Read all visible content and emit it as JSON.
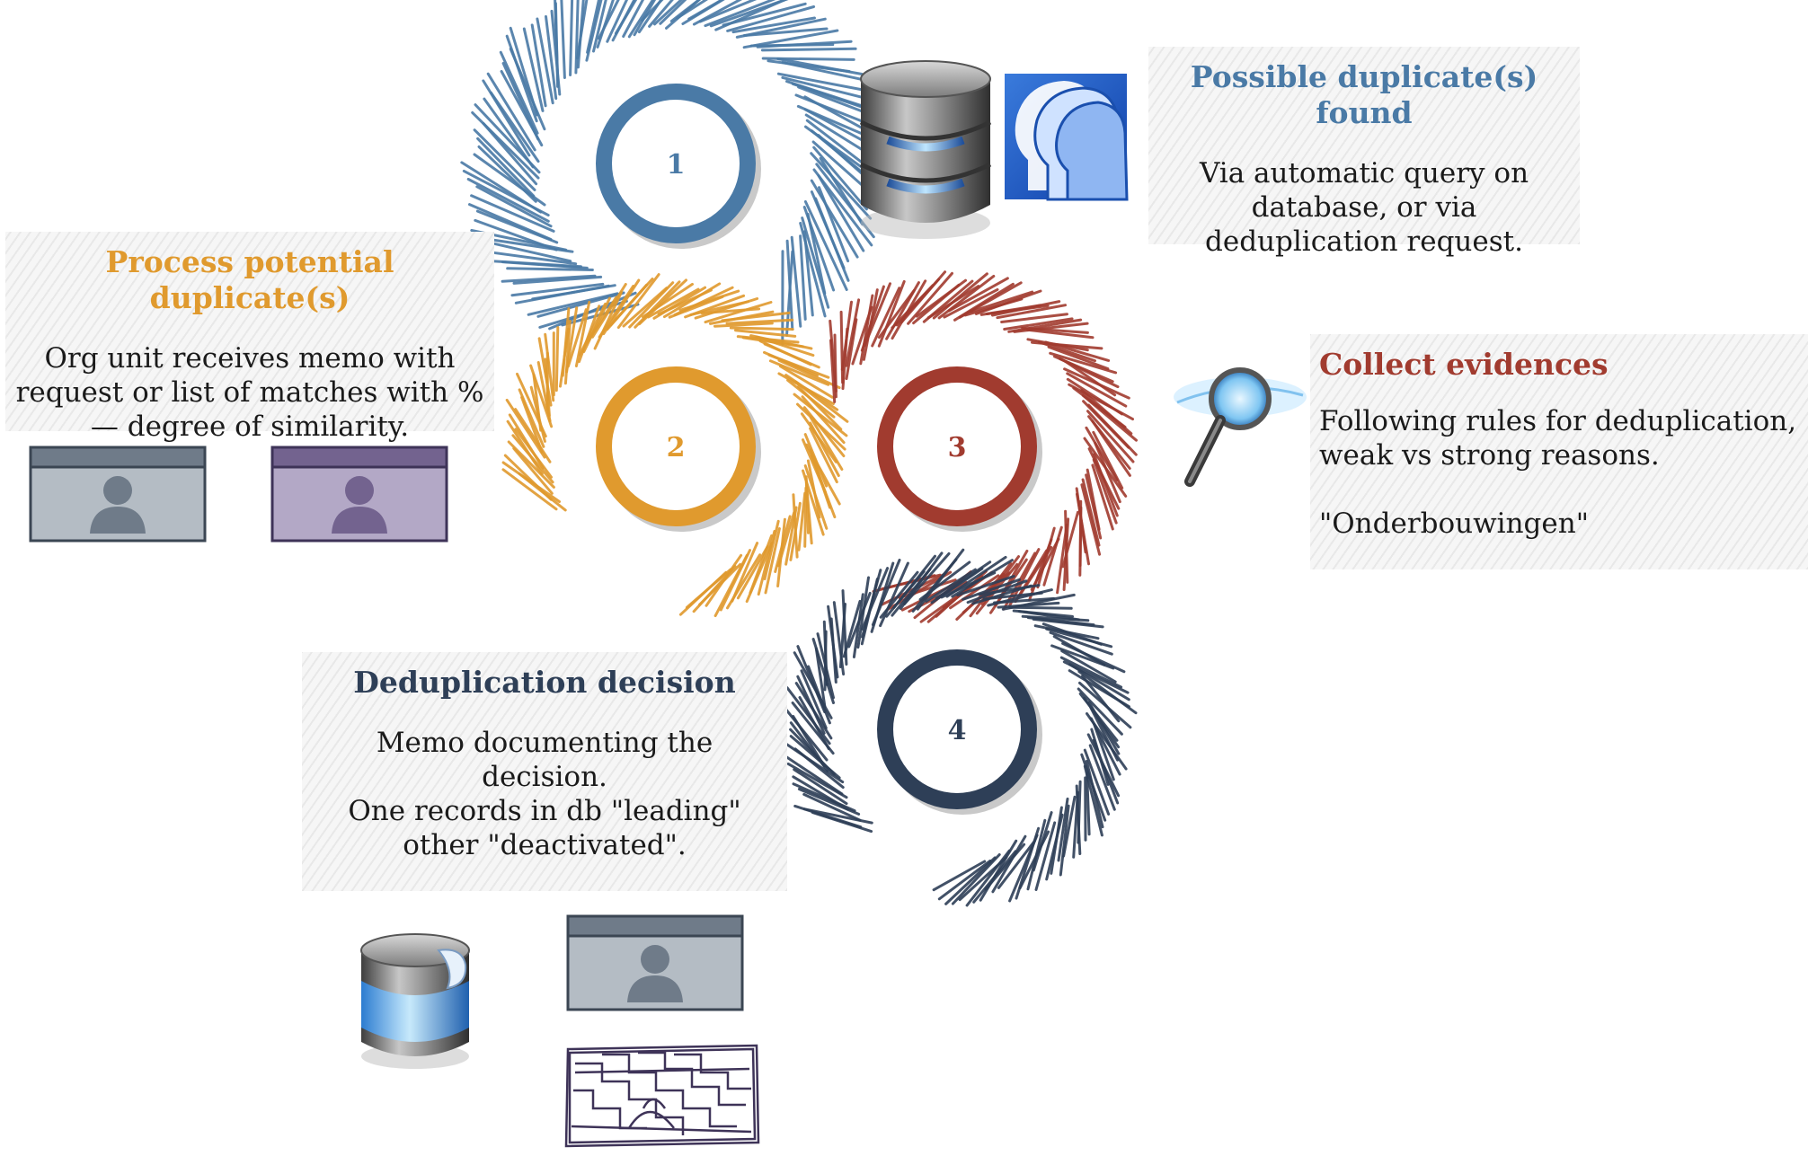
{
  "colors": {
    "step1": "#4a7aa6",
    "step2": "#e09a2e",
    "step3": "#a13b2f",
    "step4": "#2e3f57",
    "monitor_gray": "#b4bcc4",
    "monitor_purple": "#b3a8c6"
  },
  "steps": [
    {
      "number": "1",
      "title": "Possible duplicate(s) found",
      "body": "Via automatic query on\ndatabase, or via\ndeduplication request."
    },
    {
      "number": "2",
      "title": "Process potential duplicate(s)",
      "body": "Org unit receives memo with\nrequest or list of matches with %\n— degree of similarity."
    },
    {
      "number": "3",
      "title": "Collect evidences",
      "body": "Following rules for deduplication,\nweak vs strong reasons.\n\n\"Onderbouwingen\""
    },
    {
      "number": "4",
      "title": "Deduplication decision",
      "body": "Memo documenting the\ndecision.\nOne records in db \"leading\"\nother \"deactivated\"."
    }
  ],
  "icons": [
    "database-icon",
    "people-profiles-icon",
    "magnifier-icon",
    "user-card-icon",
    "user-card-purple-icon",
    "database-blue-icon",
    "scribbled-card-icon"
  ]
}
